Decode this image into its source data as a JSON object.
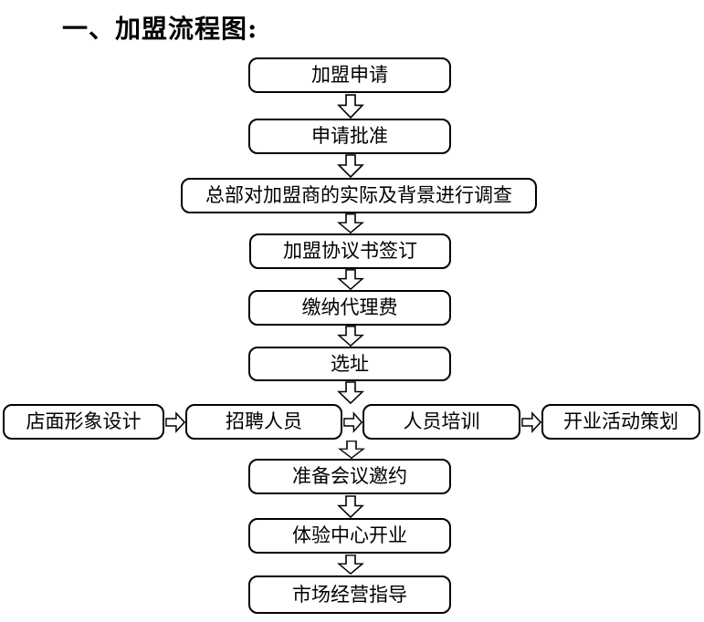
{
  "title": "一、加盟流程图:",
  "nodes": {
    "apply": "加盟申请",
    "approve": "申请批准",
    "investigate": "总部对加盟商的实际及背景进行调查",
    "sign": "加盟协议书签订",
    "fee": "缴纳代理费",
    "site": "选址",
    "store_design": "店面形象设计",
    "recruit": "招聘人员",
    "training": "人员培训",
    "opening_plan": "开业活动策划",
    "meeting_invite": "准备会议邀约",
    "center_opening": "体验中心开业",
    "market_guidance": "市场经营指导"
  },
  "colors": {
    "border": "#000000",
    "text": "#000000",
    "background": "#ffffff"
  }
}
